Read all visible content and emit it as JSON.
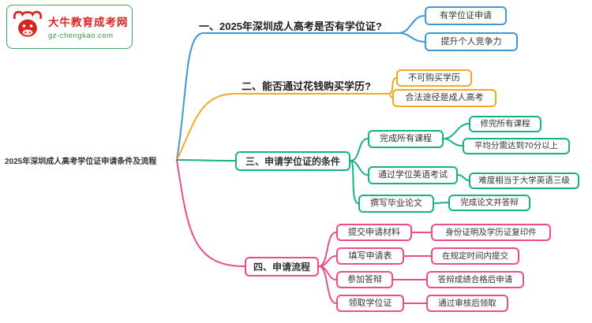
{
  "colors": {
    "branch1": "#3f97d6",
    "branch2": "#f5a623",
    "branch3": "#16b287",
    "branch4": "#ed4c8c",
    "logo_red": "#d9241f",
    "logo_green": "#2f9e46"
  },
  "logo": {
    "title": "大牛教育成考网",
    "domain": "gz-chengkao.com"
  },
  "root": {
    "label": "2025年深圳成人高考学位证申请条件及流程"
  },
  "branches": [
    {
      "label": "一、2025年深圳成人高考是否有学位证?",
      "children": [
        {
          "label": "有学位证申请"
        },
        {
          "label": "提升个人竞争力"
        }
      ]
    },
    {
      "label": "二、能否通过花钱购买学历?",
      "children": [
        {
          "label": "不可购买学历"
        },
        {
          "label": "合法途径是成人高考"
        }
      ]
    },
    {
      "label": "三、申请学位证的条件",
      "children": [
        {
          "label": "完成所有课程",
          "children": [
            {
              "label": "修完所有课程"
            },
            {
              "label": "平均分需达到70分以上"
            }
          ]
        },
        {
          "label": "通过学位英语考试",
          "children": [
            {
              "label": "难度相当于大学英语三级"
            }
          ]
        },
        {
          "label": "撰写毕业论文",
          "children": [
            {
              "label": "完成论文并答辩"
            }
          ]
        }
      ]
    },
    {
      "label": "四、申请流程",
      "children": [
        {
          "label": "提交申请材料",
          "children": [
            {
              "label": "身份证明及学历证复印件"
            }
          ]
        },
        {
          "label": "填写申请表",
          "children": [
            {
              "label": "在规定时间内提交"
            }
          ]
        },
        {
          "label": "参加答辩",
          "children": [
            {
              "label": "答辩成绩合格后申请"
            }
          ]
        },
        {
          "label": "领取学位证",
          "children": [
            {
              "label": "通过审核后领取"
            }
          ]
        }
      ]
    }
  ]
}
